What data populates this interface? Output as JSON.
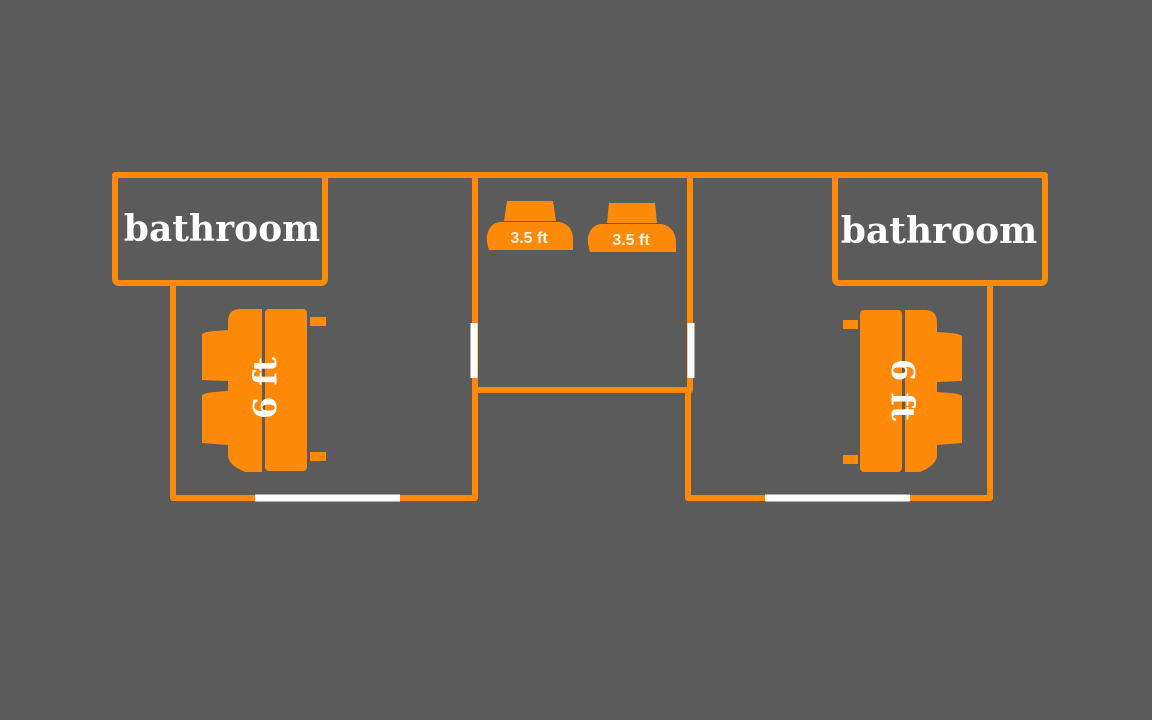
{
  "plan": {
    "rooms": {
      "left_bathroom": "bathroom",
      "right_bathroom": "bathroom"
    },
    "beds": {
      "left_bed": "6 ft",
      "right_bed": "6 ft",
      "middle_bed_1": "3.5 ft",
      "middle_bed_2": "3.5 ft"
    }
  },
  "colors": {
    "background": "#5b5b5b",
    "walls": "#ff8a0a",
    "doors": "#ffffff"
  }
}
